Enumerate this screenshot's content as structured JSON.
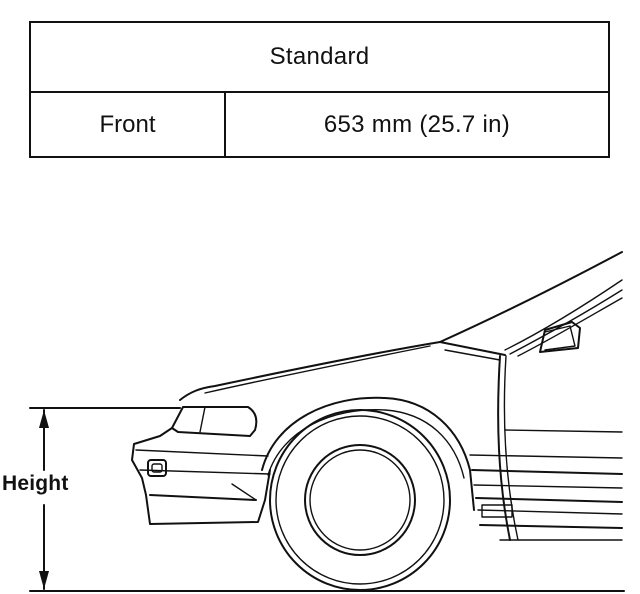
{
  "spec_table": {
    "header": "Standard",
    "rows": [
      {
        "label": "Front",
        "value": "653 mm (25.7 in)"
      }
    ]
  },
  "diagram": {
    "dimension_label": "Height"
  }
}
